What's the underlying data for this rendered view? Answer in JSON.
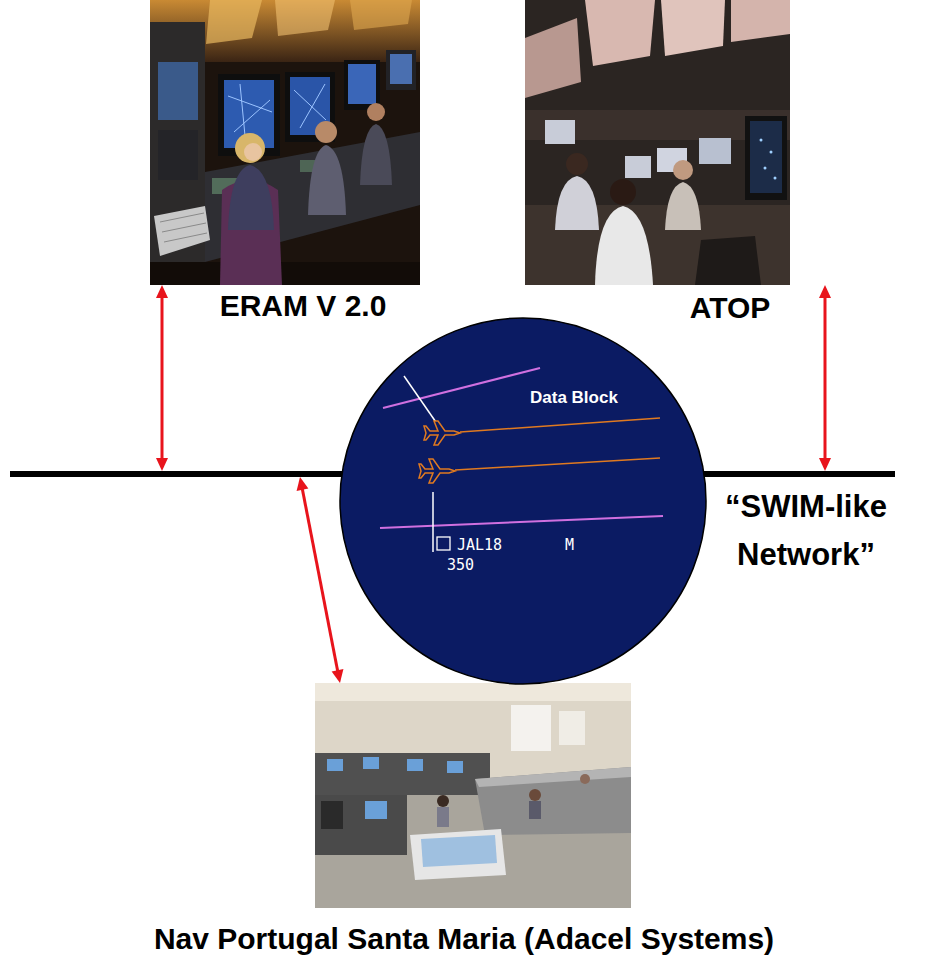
{
  "diagram": {
    "nodes": [
      {
        "text": [
          "ERAM V 2.0"
        ]
      },
      {
        "text": [
          "ATOP"
        ]
      },
      {
        "text": [
          "Data Block",
          "JAL18",
          "M",
          "350"
        ]
      },
      {
        "text": [
          "“SWIM-like Network”"
        ]
      },
      {
        "text": [
          "Nav Portugal Santa Maria (Adacel Systems)"
        ]
      }
    ],
    "edges": [
      {
        "from": 0,
        "to": 3,
        "arrow": "both"
      },
      {
        "from": 1,
        "to": 3,
        "arrow": "both"
      },
      {
        "from": 3,
        "to": 4,
        "arrow": "both"
      }
    ]
  }
}
